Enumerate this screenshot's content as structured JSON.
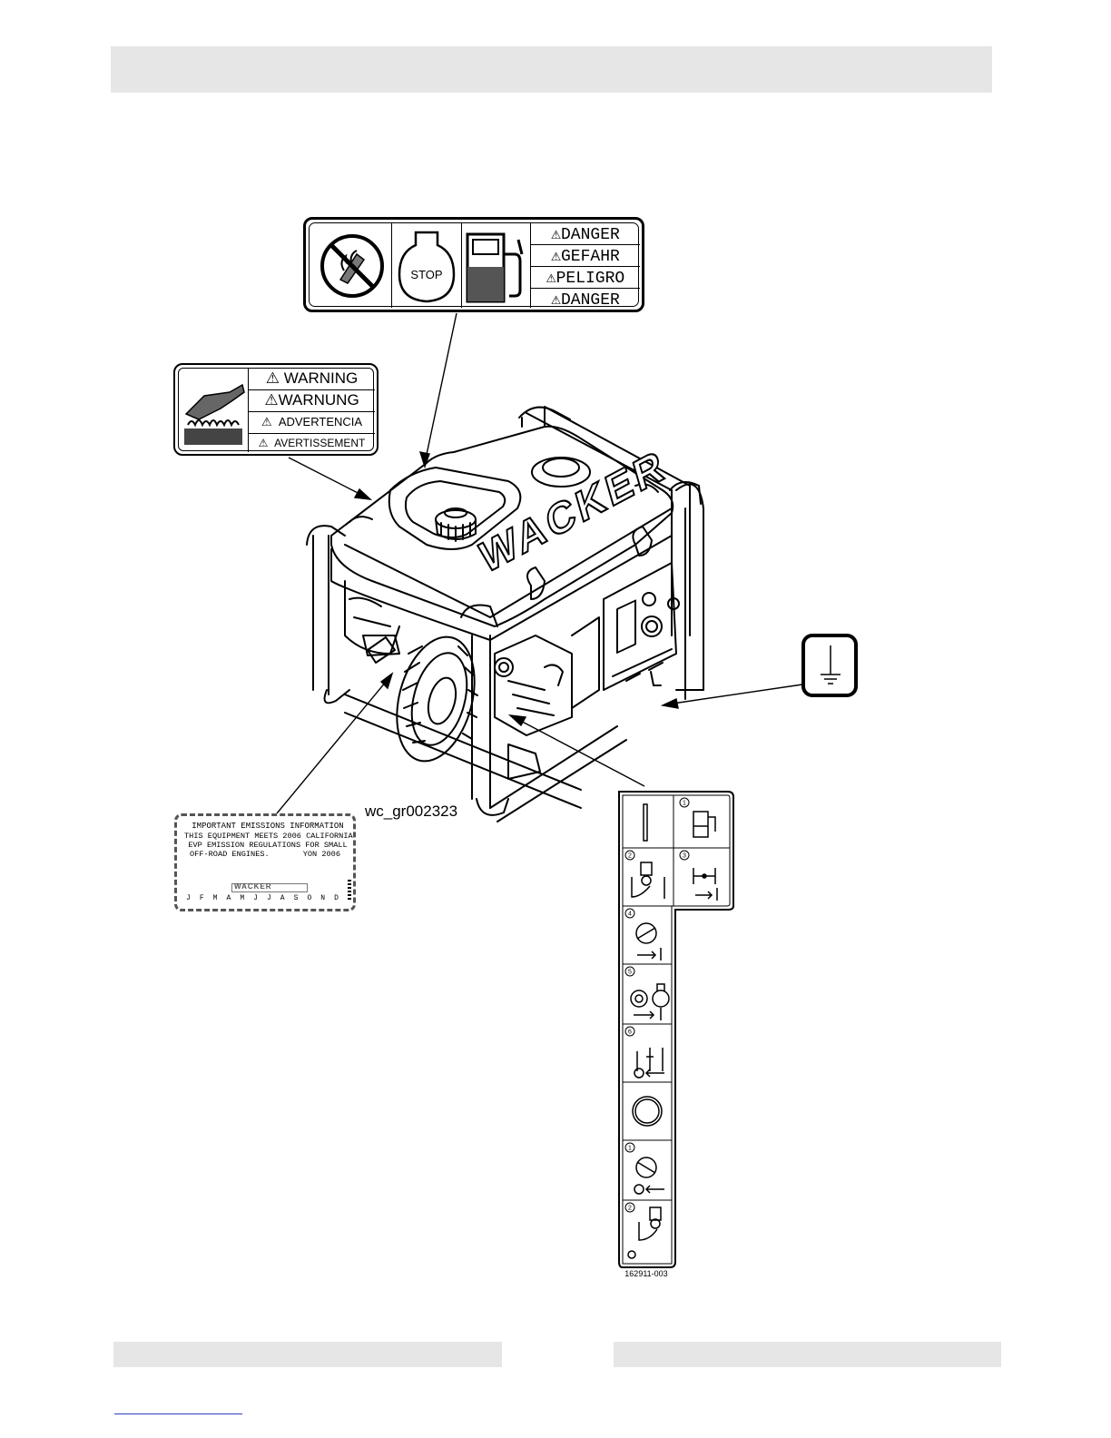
{
  "danger_decal": {
    "words": [
      "DANGER",
      "GEFAHR",
      "PELIGRO",
      "DANGER"
    ],
    "stop_text": "STOP"
  },
  "warning_decal": {
    "words": [
      "WARNING",
      "WARNUNG",
      "ADVERTENCIA",
      "AVERTISSEMENT"
    ]
  },
  "emissions_decal": {
    "line1": "IMPORTANT EMISSIONS INFORMATION",
    "line2": "THIS EQUIPMENT MEETS 2006 CALIFORNIA",
    "line3": "EVP EMISSION REGULATIONS FOR SMALL",
    "line4_left": "OFF-ROAD ENGINES.",
    "line4_right": "YON 2006",
    "brand": "WACKER",
    "months": [
      "J",
      "F",
      "M",
      "A",
      "M",
      "J",
      "J",
      "A",
      "S",
      "O",
      "N",
      "D"
    ]
  },
  "generator": {
    "brand": "WACKER"
  },
  "figure_ref": "wc_gr002323",
  "start_decal": {
    "steps": [
      "1",
      "2",
      "3",
      "4",
      "5",
      "6"
    ],
    "stop_steps": [
      "1",
      "2"
    ],
    "part_number": "162911-003"
  }
}
